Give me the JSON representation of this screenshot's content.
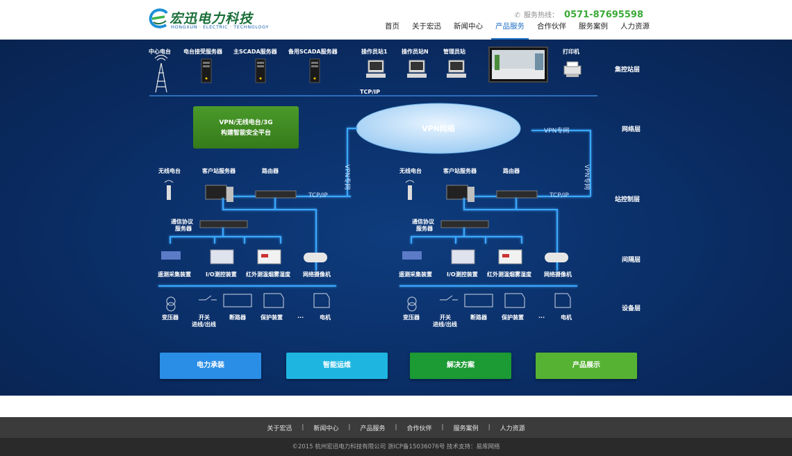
{
  "header": {
    "logo_name": "宏迅电力科技",
    "logo_sub": "HONGXUN · ELECTRIC · TECHNOLOGY",
    "hotline_label": "服务热线：",
    "hotline_number": "0571-87695598",
    "nav": [
      {
        "label": "首页"
      },
      {
        "label": "关于宏迅"
      },
      {
        "label": "新闻中心"
      },
      {
        "label": "产品服务",
        "active": true
      },
      {
        "label": "合作伙伴"
      },
      {
        "label": "服务案例"
      },
      {
        "label": "人力资源"
      }
    ]
  },
  "diagram": {
    "layers": [
      "集控站层",
      "网络层",
      "站控制层",
      "间隔层",
      "设备层"
    ],
    "top": {
      "labels": [
        "中心电台",
        "电台接受服务器",
        "主SCADA服务器",
        "备用SCADA服务器",
        "操作员站1",
        "操作员站N",
        "管理员站",
        "打印机"
      ],
      "tcpip": "TCP/IP"
    },
    "platform_line1": "VPN/无线电台/3G",
    "platform_line2": "构建智能安全平台",
    "cloud_label": "VPN网络",
    "vpn_label": "VPN专网",
    "station": {
      "labels": [
        "无线电台",
        "客户站服务器",
        "路由器"
      ],
      "tcpip": "TCP/IP",
      "protocol_server_line1": "通信协议",
      "protocol_server_line2": "服务器",
      "bay": [
        "遥测采集装置",
        "I/O测控装置",
        "红外测温烟雾湿度",
        "网络摄像机"
      ],
      "devices": [
        "变压器",
        "开关",
        "断路器",
        "保护装置",
        "···",
        "电机"
      ],
      "switch_sub": "进线/出线"
    }
  },
  "buttons": [
    {
      "label": "电力承装",
      "color": "#2a8ee6"
    },
    {
      "label": "智能运维",
      "color": "#1eb6e0"
    },
    {
      "label": "解决方案",
      "color": "#1c9a34"
    },
    {
      "label": "产品展示",
      "color": "#56b233"
    }
  ],
  "footer": {
    "links": [
      "关于宏迅",
      "新闻中心",
      "产品服务",
      "合作伙伴",
      "服务案例",
      "人力资源"
    ],
    "separator": "|",
    "copyright": "©2015 杭州宏迅电力科技有限公司 浙ICP备15036076号 技术支持：易库网络"
  }
}
